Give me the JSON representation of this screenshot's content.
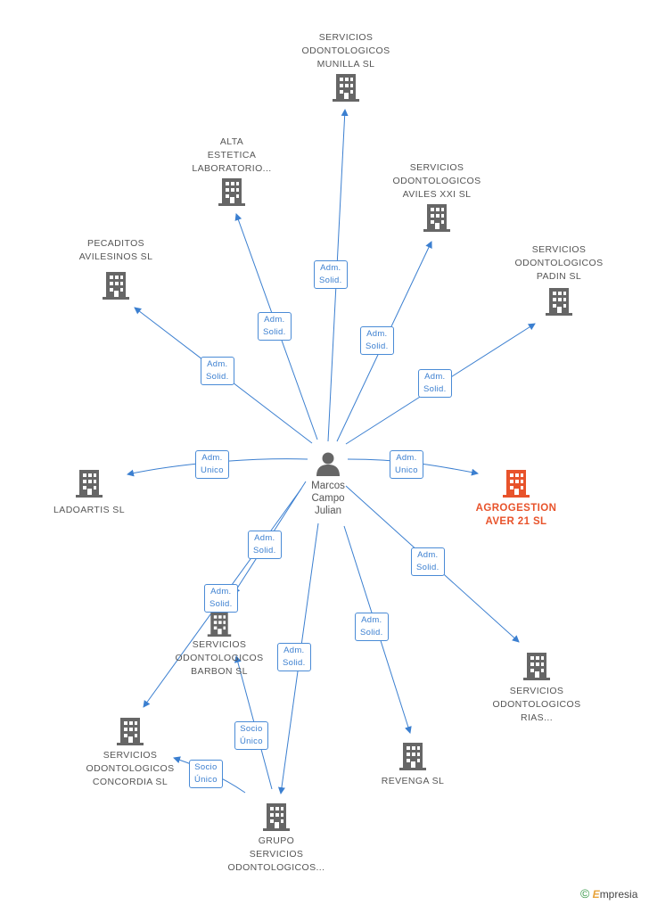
{
  "center": {
    "name": "Marcos\nCampo\nJulian",
    "icon": "person-icon"
  },
  "companies": [
    {
      "id": "munilla",
      "name": "SERVICIOS\nODONTOLOGICOS\nMUNILLA SL",
      "icon": "building-icon"
    },
    {
      "id": "alta",
      "name": "ALTA\nESTETICA\nLABORATORIO...",
      "icon": "building-icon"
    },
    {
      "id": "aviles",
      "name": "SERVICIOS\nODONTOLOGICOS\nAVILES XXI SL",
      "icon": "building-icon"
    },
    {
      "id": "pecaditos",
      "name": "PECADITOS\nAVILESINOS SL",
      "icon": "building-icon"
    },
    {
      "id": "padin",
      "name": "SERVICIOS\nODONTOLOGICOS\nPADIN SL",
      "icon": "building-icon"
    },
    {
      "id": "ladoartis",
      "name": "LADOARTIS SL",
      "icon": "building-icon"
    },
    {
      "id": "agrogestion",
      "name": "AGROGESTION\nAVER 21 SL",
      "icon": "building-icon",
      "highlight": true
    },
    {
      "id": "barbon",
      "name": "SERVICIOS\nODONTOLOGICOS\nBARBON SL",
      "icon": "building-icon"
    },
    {
      "id": "rias",
      "name": "SERVICIOS\nODONTOLOGICOS\nRIAS...",
      "icon": "building-icon"
    },
    {
      "id": "concordia",
      "name": "SERVICIOS\nODONTOLOGICOS\nCONCORDIA SL",
      "icon": "building-icon"
    },
    {
      "id": "revenga",
      "name": "REVENGA SL",
      "icon": "building-icon"
    },
    {
      "id": "grupo",
      "name": "GRUPO\nSERVICIOS\nODONTOLOGICOS...",
      "icon": "building-icon"
    }
  ],
  "relations": [
    {
      "id": "r-munilla",
      "label": "Adm.\nSolid."
    },
    {
      "id": "r-alta",
      "label": "Adm.\nSolid."
    },
    {
      "id": "r-aviles",
      "label": "Adm.\nSolid."
    },
    {
      "id": "r-pecaditos",
      "label": "Adm.\nSolid."
    },
    {
      "id": "r-padin",
      "label": "Adm.\nSolid."
    },
    {
      "id": "r-ladoartis",
      "label": "Adm.\nUnico"
    },
    {
      "id": "r-agrogestion",
      "label": "Adm.\nUnico"
    },
    {
      "id": "r-barbon-1",
      "label": "Adm.\nSolid."
    },
    {
      "id": "r-barbon-2",
      "label": "Adm.\nSolid."
    },
    {
      "id": "r-rias",
      "label": "Adm.\nSolid."
    },
    {
      "id": "r-grupo",
      "label": "Adm.\nSolid."
    },
    {
      "id": "r-revenga",
      "label": "Adm.\nSolid."
    },
    {
      "id": "r-grupo-barbon",
      "label": "Socio\nÚnico"
    },
    {
      "id": "r-grupo-concordia",
      "label": "Socio\nÚnico"
    }
  ],
  "colors": {
    "edge": "#3b7fd0",
    "building": "#666666",
    "highlight": "#e8532b",
    "text": "#555555"
  },
  "brand": {
    "symbol": "©",
    "name": "mpresia",
    "initial": "E"
  }
}
